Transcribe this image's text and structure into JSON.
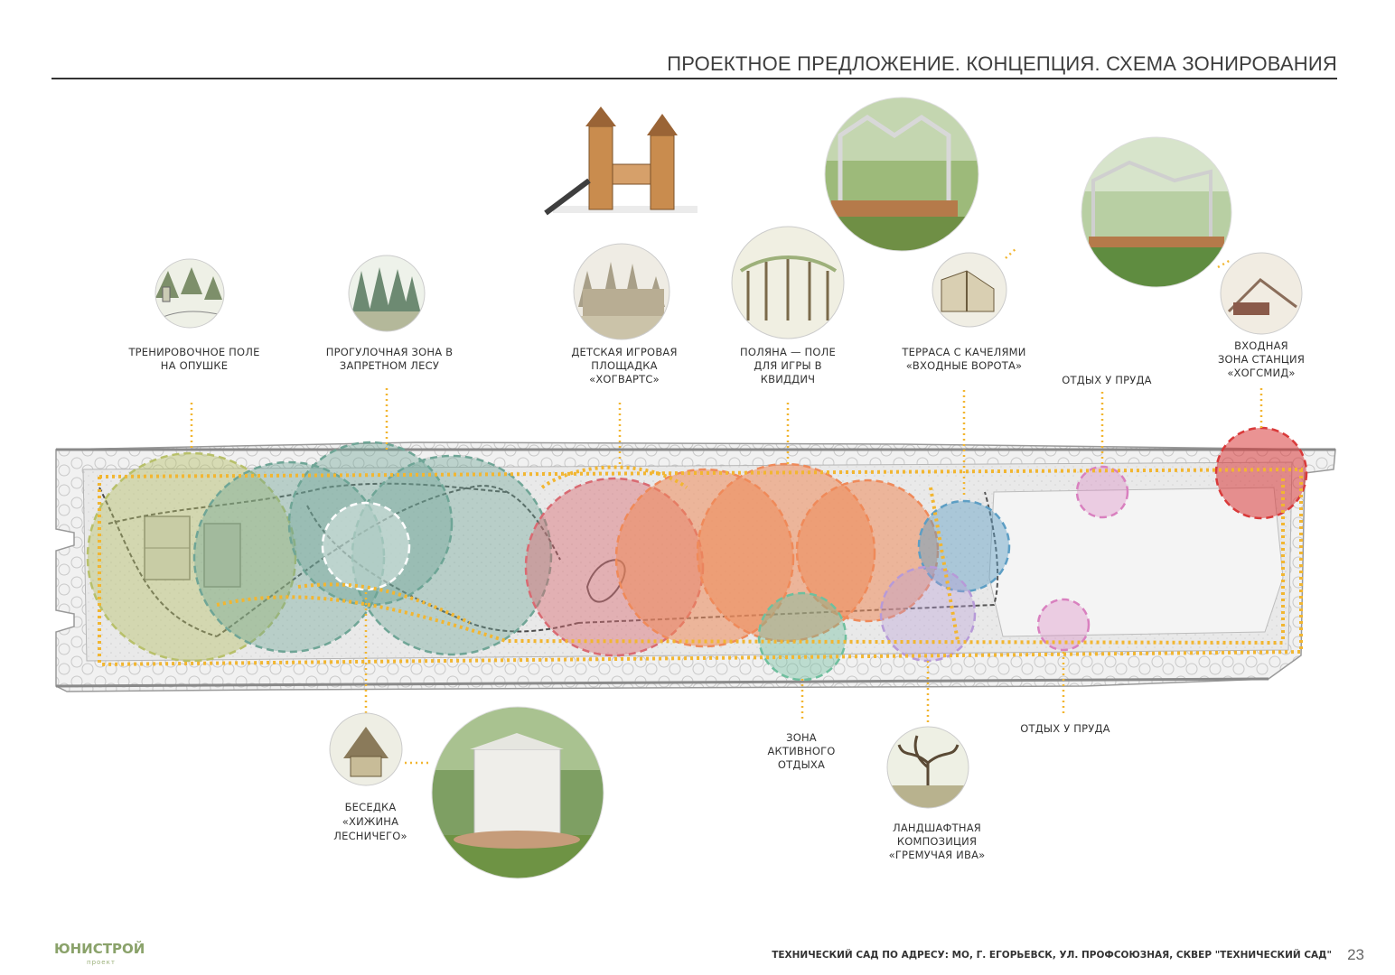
{
  "header": {
    "title": "ПРОЕКТНОЕ ПРЕДЛОЖЕНИЕ. КОНЦЕПЦИЯ. СХЕМА ЗОНИРОВАНИЯ"
  },
  "zones": [
    {
      "id": "training",
      "label": "Тренировочное поле\nна опушке",
      "color": "#b8c06a"
    },
    {
      "id": "forest",
      "label": "Прогулочная зона в\nЗапретном лесу",
      "color": "#6fa596"
    },
    {
      "id": "playground",
      "label": "Детская игровая\nплощадка\n«Хогвартс»",
      "color": "#d96a72"
    },
    {
      "id": "quidditch",
      "label": "Поляна — поле\nдля игры в\nквиддич",
      "color": "#ef8a5a"
    },
    {
      "id": "terrace",
      "label": "Терраса с качелями\n«Входные ворота»",
      "color": "#5d9ec4"
    },
    {
      "id": "pond-top",
      "label": "Отдых у пруда",
      "color": "#d980bf"
    },
    {
      "id": "entrance",
      "label": "Входная\nзона станция\n«Хогсмид»",
      "color": "#d93a3a"
    },
    {
      "id": "gazebo",
      "label": "Беседка\n«Хижина\nлесничего»",
      "color": "#ffffff"
    },
    {
      "id": "active",
      "label": "Зона\nактивного\nотдыха",
      "color": "#6fbf9e"
    },
    {
      "id": "willow",
      "label": "Ландшафтная\nкомпозиция\n«Гремучая ива»",
      "color": "#b79ad8"
    },
    {
      "id": "pond-bottom",
      "label": "Отдых у пруда",
      "color": "#d980bf"
    }
  ],
  "path_color": "#f2b631",
  "footer": {
    "logo": "ЮНИСТРОЙ",
    "logo_sub": "проект",
    "address": "ТЕХНИЧЕСКИЙ САД ПО АДРЕСУ: МО, Г. ЕГОРЬЕВСК, УЛ. ПРОФСОЮЗНАЯ, СКВЕР \"ТЕХНИЧЕСКИЙ САД\"",
    "page": "23"
  }
}
